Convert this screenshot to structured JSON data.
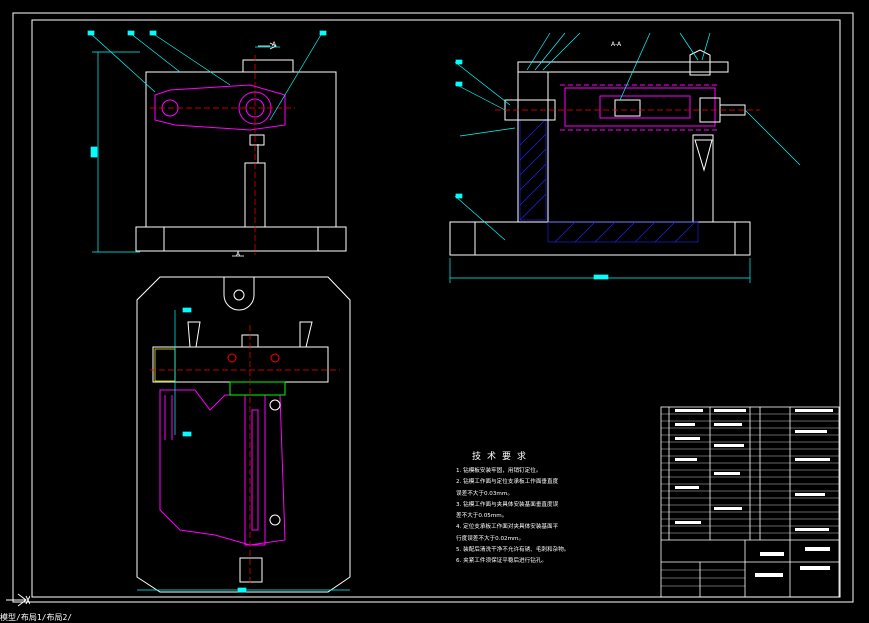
{
  "drawing": {
    "section_label": "A-A",
    "section_mark": "A",
    "colors": {
      "background": "#000000",
      "outline": "#ffffff",
      "leader": "#00ffff",
      "workpiece": "#ff00ff",
      "centerline": "#ff0000",
      "hatch": "#2222ff",
      "fixture_green": "#00ff00",
      "locator_yellow": "#ffff00"
    }
  },
  "tech_requirements": {
    "title": "技术要求",
    "items": [
      "1. 钻模板安装牢固，用销钉定位。",
      "2. 钻模工作面与定位支承板工作面垂直度",
      "误差不大于0.03mm。",
      "3. 钻模工作面与夹具体安装基面垂直度误",
      "差不大于0.05mm。",
      "4. 定位支承板工作面对夹具体安装基面平",
      "行度误差不大于0.02mm。",
      "5. 装配后清洗干净不允许有锈、毛刺和杂物。",
      "6. 夹紧工件须保证平稳后进行钻孔。"
    ]
  },
  "command_line": "模型/布局1/布局2/"
}
